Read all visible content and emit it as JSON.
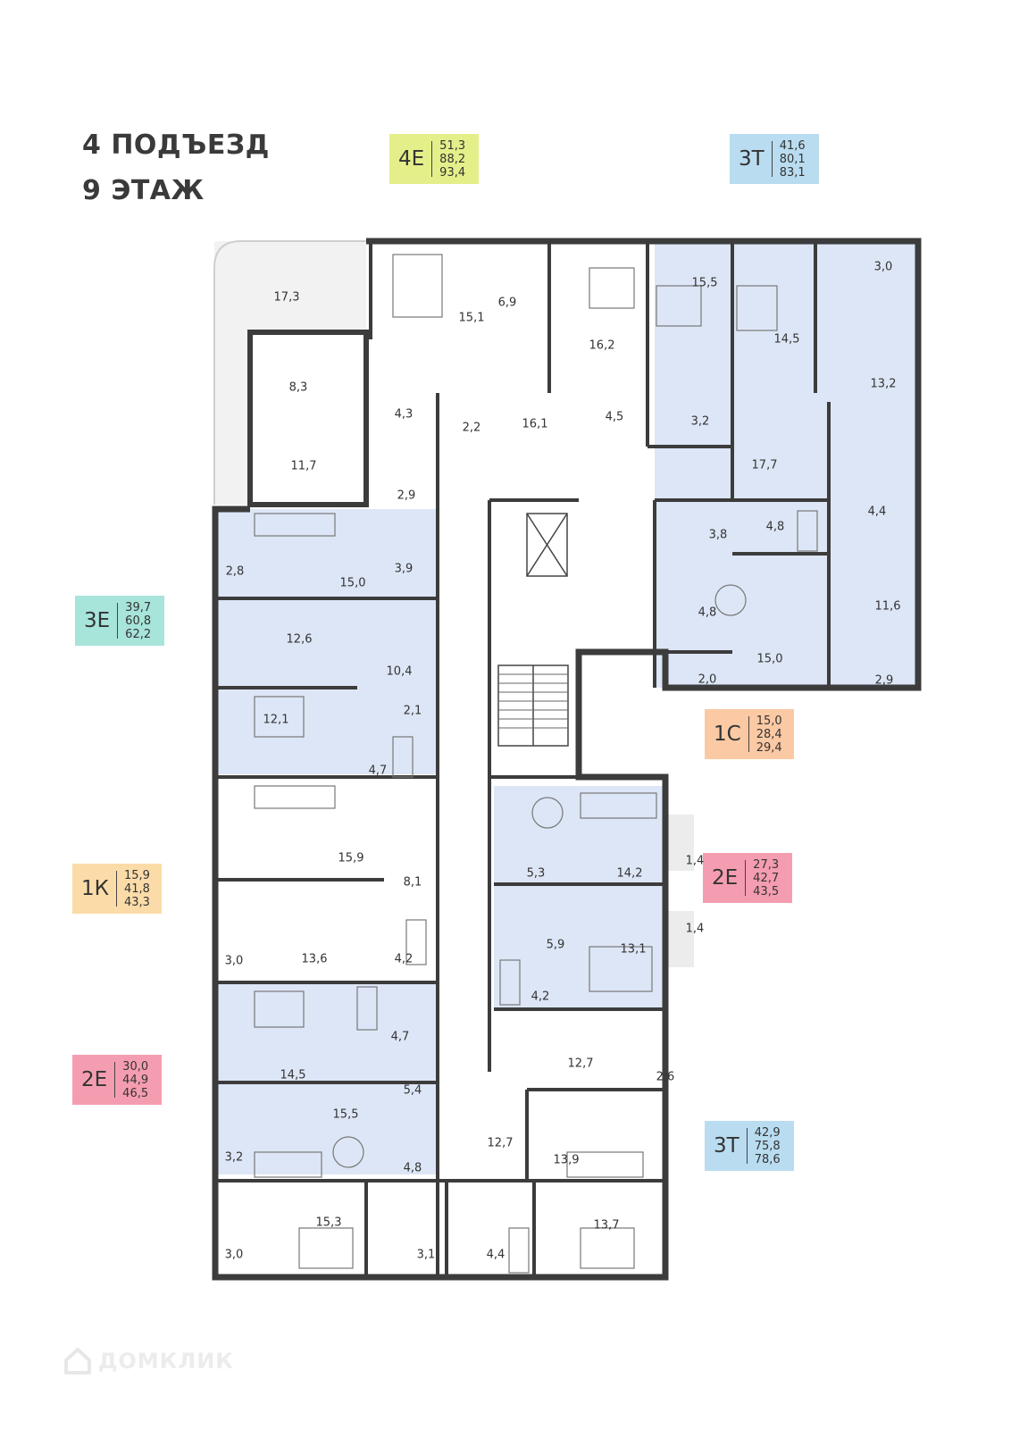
{
  "header": {
    "entrance": "4 ПОДЪЕЗД",
    "floor": "9 ЭТАЖ"
  },
  "legend": [
    {
      "code": "4Е",
      "v1": "51,3",
      "v2": "88,2",
      "v3": "93,4",
      "color": "#e4ef8a"
    },
    {
      "code": "3Т",
      "v1": "41,6",
      "v2": "80,1",
      "v3": "83,1",
      "color": "#b9dcf0"
    },
    {
      "code": "3Е",
      "v1": "39,7",
      "v2": "60,8",
      "v3": "62,2",
      "color": "#a7e4da"
    },
    {
      "code": "1С",
      "v1": "15,0",
      "v2": "28,4",
      "v3": "29,4",
      "color": "#fbc9a4"
    },
    {
      "code": "1К",
      "v1": "15,9",
      "v2": "41,8",
      "v3": "43,3",
      "color": "#fbdca9"
    },
    {
      "code": "2Е",
      "v1": "27,3",
      "v2": "42,7",
      "v3": "43,5",
      "color": "#f59db0"
    },
    {
      "code": "2Е",
      "v1": "30,0",
      "v2": "44,9",
      "v3": "46,5",
      "color": "#f59db0"
    },
    {
      "code": "3Т",
      "v1": "42,9",
      "v2": "75,8",
      "v3": "78,6",
      "color": "#b9dcf0"
    }
  ],
  "rooms": [
    "17,3",
    "15,1",
    "6,9",
    "16,2",
    "8,3",
    "4,3",
    "2,2",
    "16,1",
    "4,5",
    "11,7",
    "2,9",
    "15,5",
    "14,5",
    "3,0",
    "13,2",
    "3,2",
    "17,7",
    "4,4",
    "3,8",
    "4,8",
    "4,8",
    "15,0",
    "11,6",
    "2,0",
    "2,9",
    "2,8",
    "15,0",
    "3,9",
    "12,6",
    "10,4",
    "2,1",
    "12,1",
    "4,7",
    "15,9",
    "8,1",
    "3,0",
    "13,6",
    "4,2",
    "14,5",
    "4,7",
    "5,4",
    "3,2",
    "15,5",
    "4,8",
    "3,0",
    "15,3",
    "3,1",
    "4,4",
    "5,3",
    "14,2",
    "1,4",
    "5,9",
    "13,1",
    "1,4",
    "4,2",
    "12,7",
    "2,6",
    "12,7",
    "13,9",
    "13,7"
  ],
  "watermark": "ДОМКЛИК",
  "colors": {
    "wall": "#3c3c3c",
    "blue": "#dde6f6",
    "balcony": "#ececec"
  }
}
